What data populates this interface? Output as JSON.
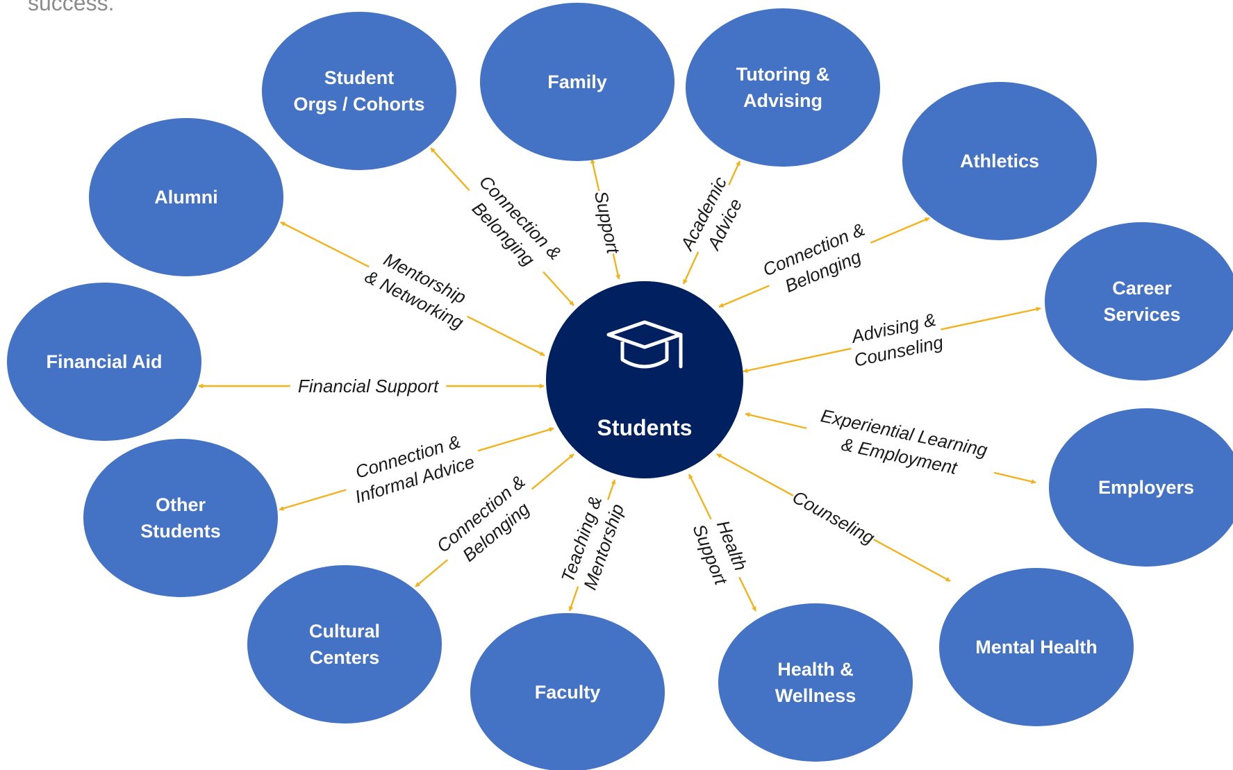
{
  "intro_text": "success.",
  "center": {
    "label": "Students",
    "icon": "graduation-cap-icon"
  },
  "colors": {
    "node": "#4472c4",
    "center": "#002060",
    "arrow": "#f2b21c",
    "text": "#1a1a1a"
  },
  "nodes": [
    {
      "id": "student-orgs",
      "lines": [
        "Student",
        "Orgs / Cohorts"
      ]
    },
    {
      "id": "family",
      "lines": [
        "Family"
      ]
    },
    {
      "id": "tutoring-advising",
      "lines": [
        "Tutoring &",
        "Advising"
      ]
    },
    {
      "id": "athletics",
      "lines": [
        "Athletics"
      ]
    },
    {
      "id": "alumni",
      "lines": [
        "Alumni"
      ]
    },
    {
      "id": "career-services",
      "lines": [
        "Career",
        "Services"
      ]
    },
    {
      "id": "financial-aid",
      "lines": [
        "Financial Aid"
      ]
    },
    {
      "id": "employers",
      "lines": [
        "Employers"
      ]
    },
    {
      "id": "other-students",
      "lines": [
        "Other",
        "Students"
      ]
    },
    {
      "id": "mental-health",
      "lines": [
        "Mental Health"
      ]
    },
    {
      "id": "cultural-centers",
      "lines": [
        "Cultural",
        "Centers"
      ]
    },
    {
      "id": "faculty",
      "lines": [
        "Faculty"
      ]
    },
    {
      "id": "health-wellness",
      "lines": [
        "Health &",
        "Wellness"
      ]
    }
  ],
  "edges": [
    {
      "target": "student-orgs",
      "label_lines": [
        "Connection &",
        "Belonging"
      ]
    },
    {
      "target": "family",
      "label_lines": [
        "Support"
      ]
    },
    {
      "target": "tutoring-advising",
      "label_lines": [
        "Academic",
        "Advice"
      ]
    },
    {
      "target": "athletics",
      "label_lines": [
        "Connection &",
        "Belonging"
      ]
    },
    {
      "target": "alumni",
      "label_lines": [
        "Mentorship",
        "& Networking"
      ]
    },
    {
      "target": "career-services",
      "label_lines": [
        "Advising &",
        "Counseling"
      ]
    },
    {
      "target": "financial-aid",
      "label_lines": [
        "Financial Support"
      ]
    },
    {
      "target": "employers",
      "label_lines": [
        "Experiential Learning",
        "& Employment"
      ]
    },
    {
      "target": "other-students",
      "label_lines": [
        "Connection &",
        "Informal Advice"
      ]
    },
    {
      "target": "mental-health",
      "label_lines": [
        "Counseling"
      ]
    },
    {
      "target": "cultural-centers",
      "label_lines": [
        "Connection &",
        "Belonging"
      ]
    },
    {
      "target": "faculty",
      "label_lines": [
        "Teaching &",
        "Mentorship"
      ]
    },
    {
      "target": "health-wellness",
      "label_lines": [
        "Health",
        "Support"
      ]
    }
  ]
}
